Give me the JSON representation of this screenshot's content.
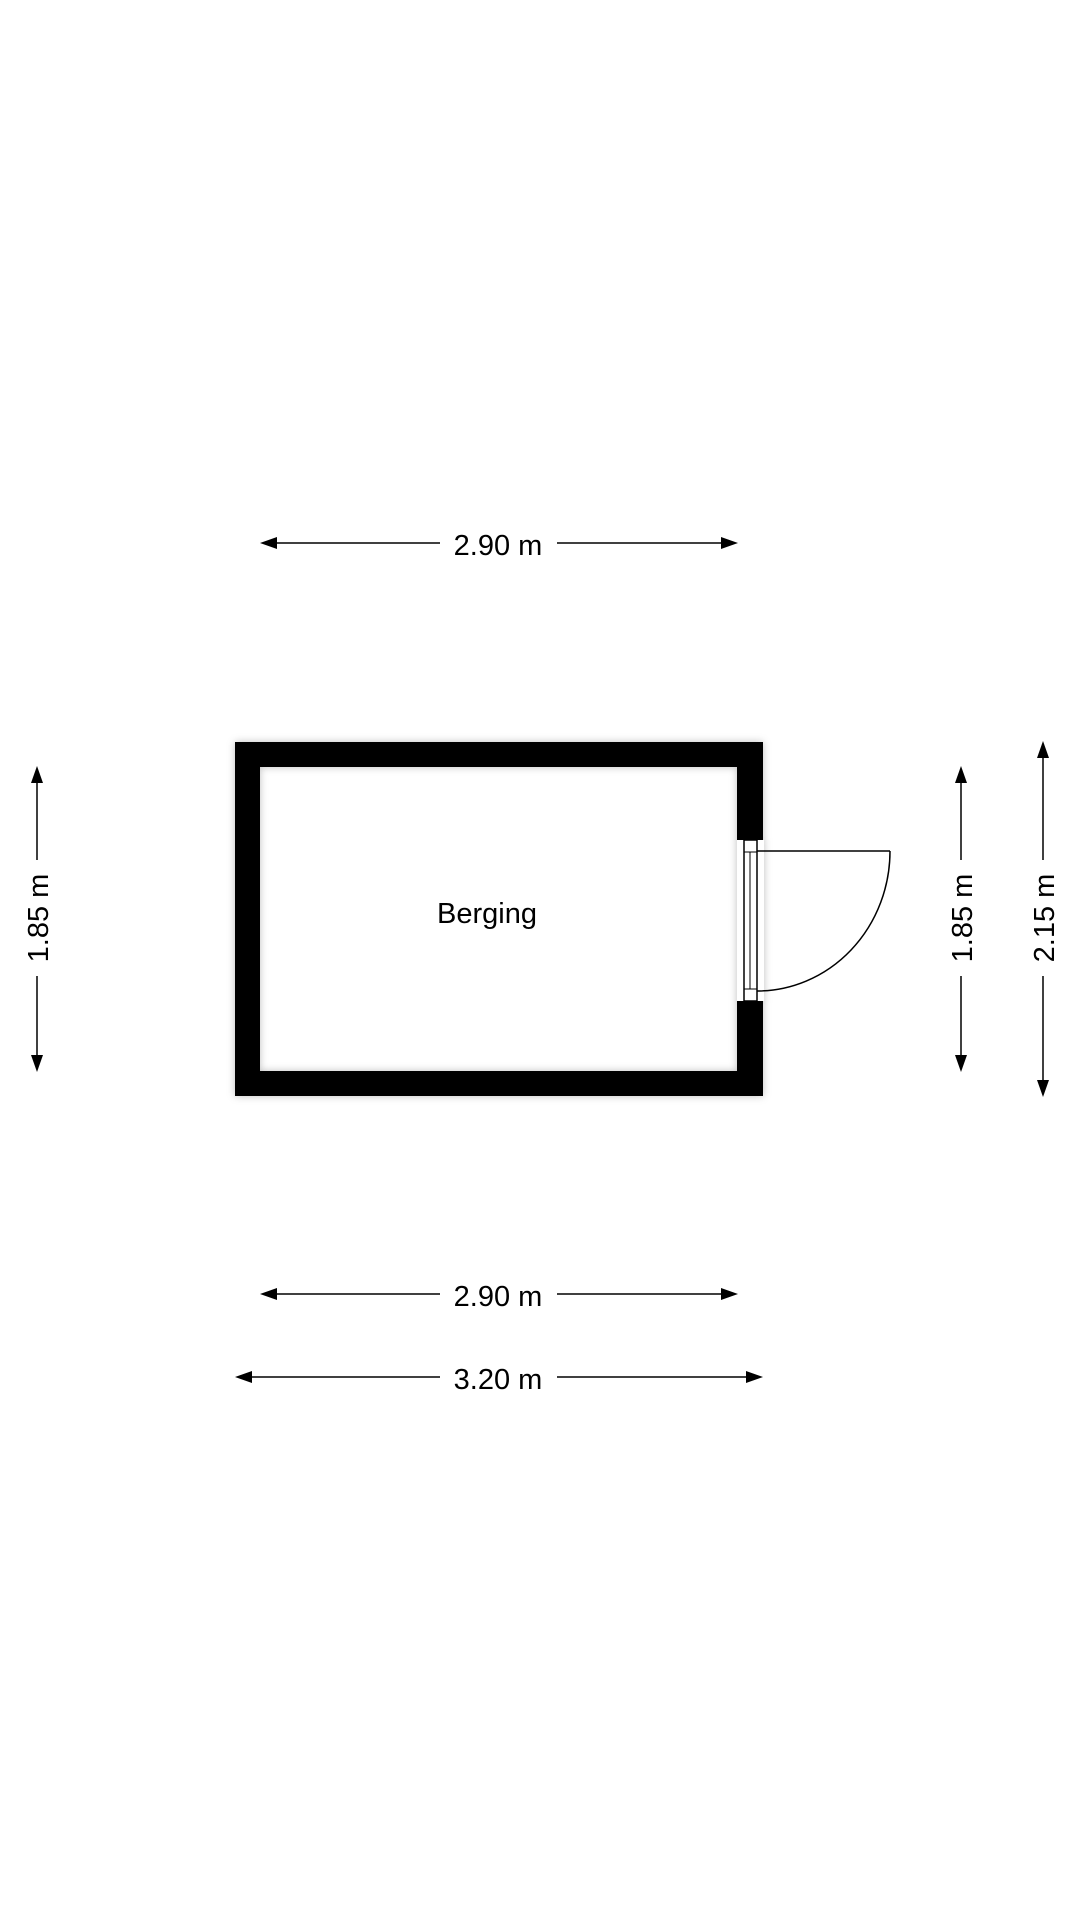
{
  "plan": {
    "room_label": "Berging",
    "dim_top_inner": "2.90 m",
    "dim_bottom_inner": "2.90 m",
    "dim_bottom_outer": "3.20 m",
    "dim_left_inner": "1.85 m",
    "dim_right_inner": "1.85 m",
    "dim_right_outer": "2.15 m"
  },
  "colors": {
    "wall": "#000000",
    "line": "#000000",
    "background": "#ffffff"
  }
}
